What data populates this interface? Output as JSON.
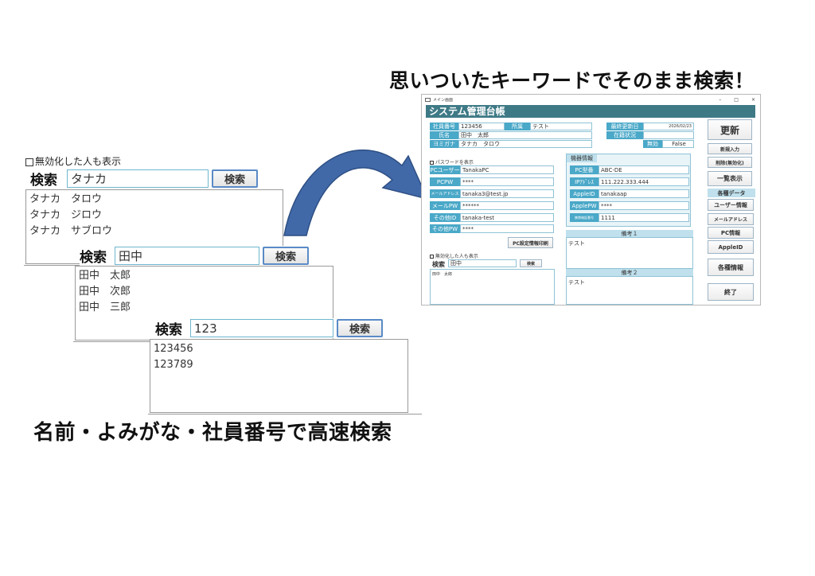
{
  "headline_top": "思いついたキーワードでそのまま検索！",
  "headline_bottom": "名前・よみがな・社員番号で高速検索",
  "arrow_color": "#4169a8",
  "panel1": {
    "checkbox_label": "無効化した人も表示",
    "label": "検索",
    "query": "タナカ",
    "button": "検索",
    "results": [
      "タナカ　タロウ",
      "タナカ　ジロウ",
      "タナカ　サブロウ"
    ]
  },
  "panel2": {
    "label": "検索",
    "query": "田中",
    "button": "検索",
    "results": [
      "田中　太郎",
      "田中　次郎",
      "田中　三郎"
    ]
  },
  "panel3": {
    "label": "検索",
    "query": "123",
    "button": "検索",
    "results": [
      "123456",
      "123789"
    ]
  },
  "window": {
    "title": "メイン画面",
    "controls": [
      "–",
      "□",
      "×"
    ],
    "header": "システム管理台帳",
    "employee_no_label": "社員番号",
    "employee_no": "123456",
    "dept_label": "所属",
    "dept": "テスト",
    "name_label": "氏名",
    "name": "田中　太郎",
    "kana_label": "ヨミガナ",
    "kana": "タナカ　タロウ",
    "last_update_label": "最終更新日",
    "last_update": "2026/02/23",
    "status_label": "在籍状況",
    "disabled_label": "無効",
    "disabled": "False",
    "show_password_label": "パスワードを表示",
    "accounts": [
      {
        "label": "PCユーザー",
        "value": "TanakaPC"
      },
      {
        "label": "PCPW",
        "value": "****"
      },
      {
        "label": "メールアドレス",
        "value": "tanaka3@test.jp"
      },
      {
        "label": "メールPW",
        "value": "******"
      },
      {
        "label": "その他ID",
        "value": "tanaka-test"
      },
      {
        "label": "その他PW",
        "value": "****"
      }
    ],
    "print_button": "PC設定情報印刷",
    "device_section": "機器情報",
    "devices": [
      {
        "label": "PC型番",
        "value": "ABC-DE"
      },
      {
        "label": "IPｱﾄﾞﾚｽ",
        "value": "111.222.333.444"
      },
      {
        "label": "AppleID",
        "value": "tanakaap"
      },
      {
        "label": "ApplePW",
        "value": "****"
      },
      {
        "label": "携帯暗証番号",
        "value": "1111"
      }
    ],
    "note1_label": "備考１",
    "note1": "テスト",
    "note2_label": "備考２",
    "note2": "テスト",
    "mini_search_checkbox": "無効化した人も表示",
    "mini_search_label": "検索",
    "mini_search_query": "田中",
    "mini_search_button": "検索",
    "mini_search_result": "田中　太郎",
    "side_buttons": {
      "update": "更新",
      "new": "新規入力",
      "delete": "削除(無効化)",
      "list": "一覧表示",
      "data_title": "各種データ",
      "user_info": "ユーザー情報",
      "mail": "メールアドレス",
      "pc_info": "PC情報",
      "appleid": "AppleID",
      "various": "各種情報",
      "exit": "終了"
    }
  }
}
